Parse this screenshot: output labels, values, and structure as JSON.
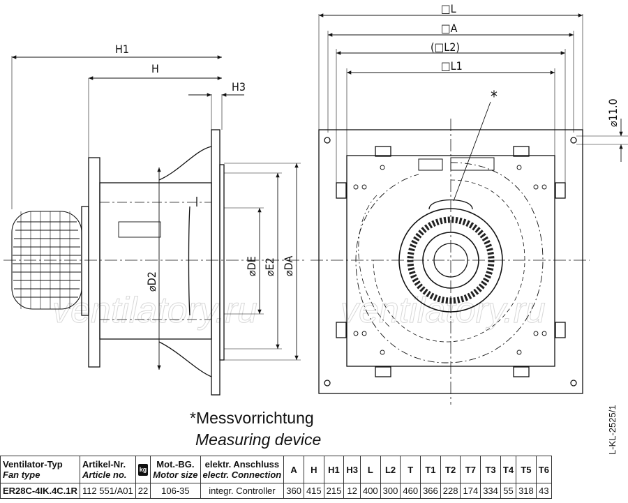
{
  "dimensions": {
    "H1": "H1",
    "H": "H",
    "H3": "H3",
    "L": "□L",
    "A": "□A",
    "L2": "(□L2)",
    "L1": "□L1",
    "hole": "⌀11.0",
    "D2": "⌀D2",
    "DE": "⌀DE",
    "E2": "⌀E2",
    "DA": "⌀DA",
    "asterisk": "*"
  },
  "watermark": "ventilatory.ru",
  "note": {
    "de": "*Messvorrichtung",
    "en": "Measuring device"
  },
  "drawing_id": "L-KL-2525/1",
  "table": {
    "headers": [
      {
        "de": "Ventilator-Typ",
        "en": "Fan type"
      },
      {
        "de": "Artikel-Nr.",
        "en": "Article no."
      },
      {
        "icon": "kg"
      },
      {
        "de": "Mot.-BG.",
        "en": "Motor size"
      },
      {
        "de": "elektr. Anschluss",
        "en": "electr. Connection"
      },
      {
        "de": "A"
      },
      {
        "de": "H"
      },
      {
        "de": "H1"
      },
      {
        "de": "H3"
      },
      {
        "de": "L"
      },
      {
        "de": "L2"
      },
      {
        "de": "T"
      },
      {
        "de": "T1"
      },
      {
        "de": "T2"
      },
      {
        "de": "T7"
      },
      {
        "de": "T3"
      },
      {
        "de": "T4"
      },
      {
        "de": "T5"
      },
      {
        "de": "T6"
      }
    ],
    "row": [
      "ER28C-4IK.4C.1R",
      "112 551/A01",
      "22",
      "106-35",
      "integr. Controller",
      "360",
      "415",
      "215",
      "12",
      "400",
      "300",
      "460",
      "366",
      "228",
      "174",
      "334",
      "55",
      "318",
      "43"
    ]
  }
}
